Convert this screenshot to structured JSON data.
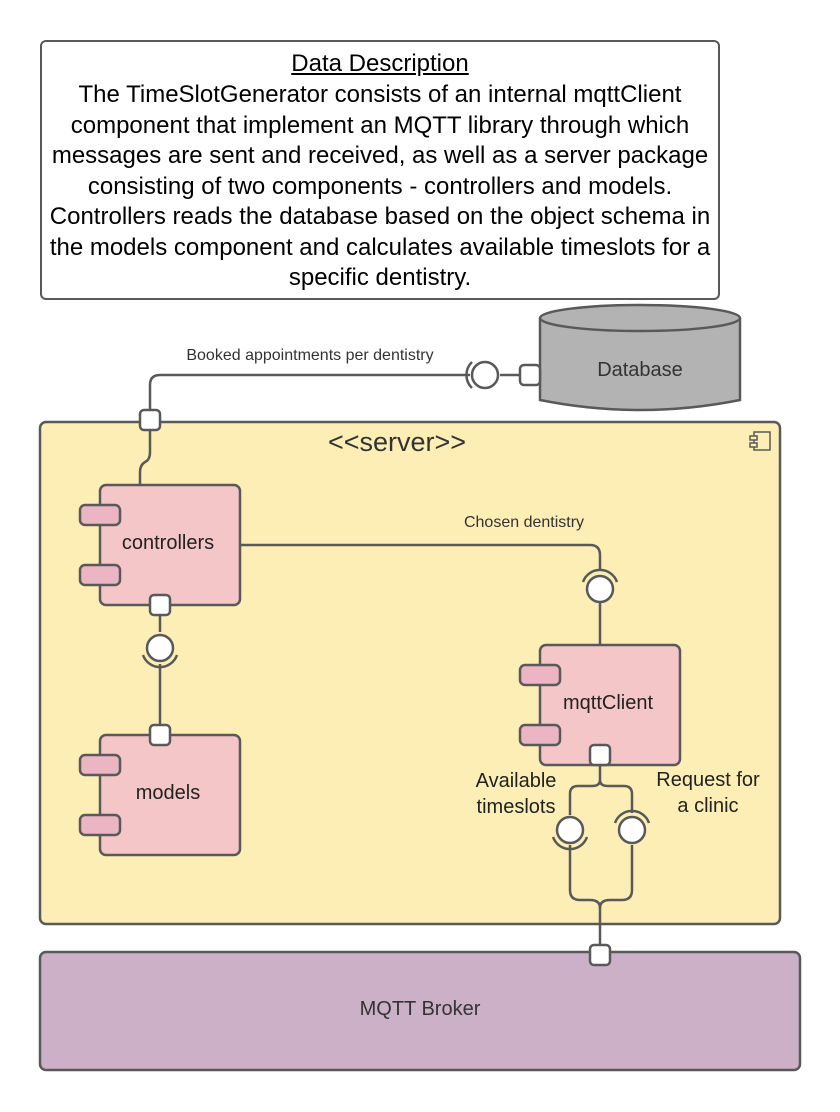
{
  "description": {
    "title": "Data Description",
    "body": "The TimeSlotGenerator consists of an internal mqttClient component that implement an MQTT library through which messages are sent and received, as well as a server package consisting of two components - controllers and models. Controllers reads the database based on the object schema in the models component and calculates available timeslots for a specific dentistry."
  },
  "database": {
    "label": "Database"
  },
  "server": {
    "label": "<<server>>"
  },
  "components": {
    "controllers": "controllers",
    "models": "models",
    "mqtt_client": "mqttClient"
  },
  "connections": {
    "booked_appointments": "Booked appointments per dentistry",
    "chosen_dentistry": "Chosen dentistry",
    "available_timeslots": [
      "Available",
      "timeslots"
    ],
    "request_clinic": [
      "Request for",
      "a clinic"
    ]
  },
  "broker": {
    "label": "MQTT Broker"
  },
  "colors": {
    "server_fill": "#fdeeb5",
    "component_fill": "#f5c6c8",
    "component_port": "#ebb5c4",
    "database_fill": "#b3b3b3",
    "broker_fill": "#ccb0c8",
    "stroke": "#595959"
  }
}
